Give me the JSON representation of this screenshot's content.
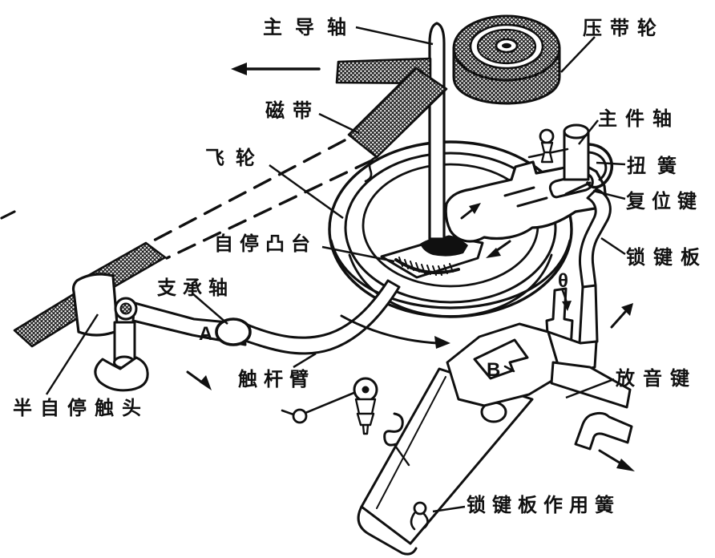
{
  "figure": {
    "type": "tape-recorder-mechanism-line-drawing",
    "ink_color": "#101010",
    "paper_color": "#ffffff",
    "labels": {
      "capstan": "主导轴",
      "pinch_roller": "压带轮",
      "tape": "磁带",
      "flywheel": "飞轮",
      "auto_stop_boss": "自停凸台",
      "support_shaft": "支承轴",
      "touch_rod_arm": "触杆臂",
      "semi_auto_stop_contact": "半自停触头",
      "main_part_shaft": "主件轴",
      "torsion_spring": "扭簧",
      "reset_key": "复位键",
      "lock_key_plate": "锁键板",
      "play_key": "放音键",
      "lock_key_plate_action_spring": "锁键板作用簧",
      "point_a": "A",
      "point_b": "B",
      "angle_theta": "θ"
    }
  }
}
